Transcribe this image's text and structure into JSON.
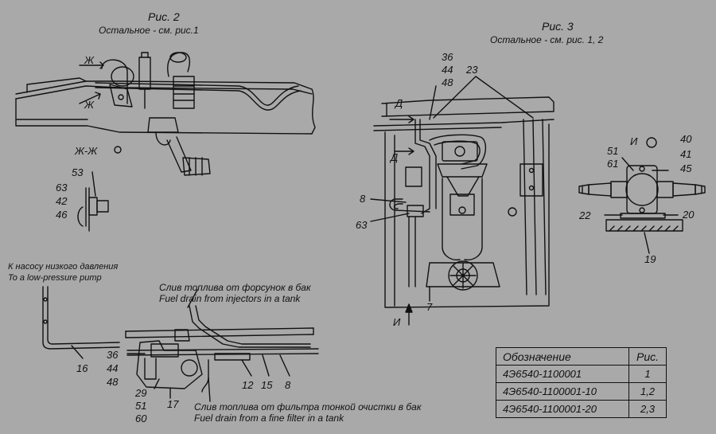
{
  "fig2": {
    "title": "Рис. 2",
    "subtitle": "Остальное - см. рис.1",
    "section_title": "Ж-Ж",
    "view_mark_top": "Ж",
    "view_mark_bottom": "Ж",
    "section_callouts": [
      "53",
      "63",
      "42",
      "46"
    ]
  },
  "fig3": {
    "title": "Рис. 3",
    "subtitle": "Остальное - см. рис. 1, 2",
    "callouts_top": [
      "36",
      "44",
      "48"
    ],
    "callout_23": "23",
    "view_mark_top": "Д",
    "view_mark_bottom": "Д",
    "callout_8": "8",
    "callout_63": "63",
    "callout_7": "7",
    "arrow_label": "И"
  },
  "detail_i": {
    "title": "И",
    "left_callouts": [
      "51",
      "61"
    ],
    "right_callouts": [
      "40",
      "41",
      "45"
    ],
    "callout_22": "22",
    "callout_20": "20",
    "callout_19": "19"
  },
  "fig1_bottom": {
    "pump_ru": "К насосу низкого давления",
    "pump_en": "To a low-pressure pump",
    "drain_injectors_ru": "Слив топлива от форсунок в бак",
    "drain_injectors_en": "Fuel drain from injectors in a tank",
    "drain_filter_ru": "Слив топлива от фильтра тонкой очистки в бак",
    "drain_filter_en": "Fuel drain from a fine filter in a tank",
    "callout_16": "16",
    "callouts_left": [
      "36",
      "44",
      "48"
    ],
    "callouts_lower": [
      "29",
      "51",
      "60"
    ],
    "callout_17": "17",
    "callout_12": "12",
    "callout_15": "15",
    "callout_8": "8"
  },
  "table": {
    "headers": [
      "Обозначение",
      "Рис."
    ],
    "rows": [
      [
        "4Э6540-1100001",
        "1"
      ],
      [
        "4Э6540-1100001-10",
        "1,2"
      ],
      [
        "4Э6540-1100001-20",
        "2,3"
      ]
    ]
  }
}
